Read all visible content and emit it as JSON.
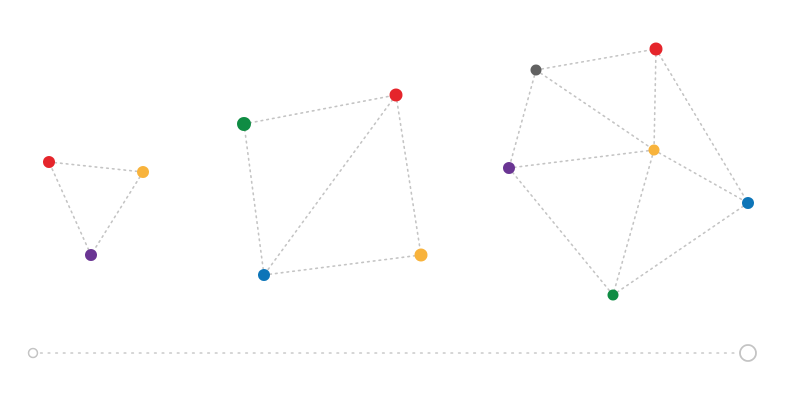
{
  "colors": {
    "red": "#e5252b",
    "orange": "#f8b33c",
    "purple": "#6a3593",
    "green": "#0f8c43",
    "blue": "#0d75b8",
    "gray": "#616161",
    "edge": "#c4c4c4"
  },
  "graphs": [
    {
      "name": "graph-1",
      "nodes": [
        {
          "id": "n1",
          "color": "red"
        },
        {
          "id": "n2",
          "color": "orange"
        },
        {
          "id": "n3",
          "color": "purple"
        }
      ],
      "edges": [
        [
          "n1",
          "n2"
        ],
        [
          "n2",
          "n3"
        ],
        [
          "n3",
          "n1"
        ]
      ]
    },
    {
      "name": "graph-2",
      "nodes": [
        {
          "id": "n1",
          "color": "green"
        },
        {
          "id": "n2",
          "color": "red"
        },
        {
          "id": "n3",
          "color": "blue"
        },
        {
          "id": "n4",
          "color": "orange"
        }
      ],
      "edges": [
        [
          "n1",
          "n2"
        ],
        [
          "n1",
          "n3"
        ],
        [
          "n2",
          "n3"
        ],
        [
          "n2",
          "n4"
        ],
        [
          "n3",
          "n4"
        ]
      ]
    },
    {
      "name": "graph-3",
      "nodes": [
        {
          "id": "n1",
          "color": "gray"
        },
        {
          "id": "n2",
          "color": "red"
        },
        {
          "id": "n3",
          "color": "orange"
        },
        {
          "id": "n4",
          "color": "purple"
        },
        {
          "id": "n5",
          "color": "blue"
        },
        {
          "id": "n6",
          "color": "green"
        }
      ],
      "edges": [
        [
          "n1",
          "n2"
        ],
        [
          "n1",
          "n3"
        ],
        [
          "n1",
          "n4"
        ],
        [
          "n2",
          "n3"
        ],
        [
          "n2",
          "n5"
        ],
        [
          "n3",
          "n4"
        ],
        [
          "n3",
          "n5"
        ],
        [
          "n3",
          "n6"
        ],
        [
          "n4",
          "n6"
        ],
        [
          "n5",
          "n6"
        ]
      ]
    }
  ],
  "slider": {
    "value": 1
  }
}
